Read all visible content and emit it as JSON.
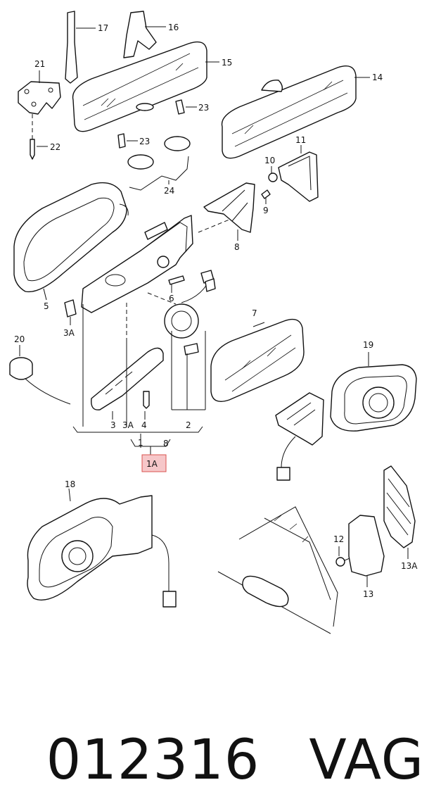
{
  "callouts": {
    "c1": "1",
    "c1A": "1A",
    "c2": "2",
    "c3": "3",
    "c3A_a": "3A",
    "c3A_b": "3A",
    "c4": "4",
    "c5": "5",
    "c6": "6",
    "c7": "7",
    "c8_a": "8",
    "c8_b": "8",
    "c9": "9",
    "c10": "10",
    "c11": "11",
    "c12": "12",
    "c13": "13",
    "c13A": "13A",
    "c14": "14",
    "c15": "15",
    "c16": "16",
    "c17": "17",
    "c18": "18",
    "c19": "19",
    "c20": "20",
    "c21": "21",
    "c22": "22",
    "c23_a": "23",
    "c23_b": "23",
    "c24": "24"
  },
  "footer": {
    "part_number": "012316",
    "brand": "VAG"
  },
  "colors": {
    "highlight": "#f6c7c9",
    "line": "#111111"
  }
}
